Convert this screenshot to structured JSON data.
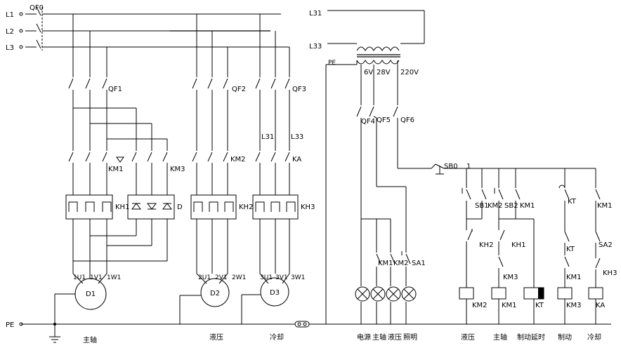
{
  "supply": {
    "phases": [
      "L1",
      "L2",
      "L3"
    ],
    "pe": "PE",
    "main_breaker": "QF0"
  },
  "breakers": [
    "QF1",
    "QF2",
    "QF3",
    "QF4",
    "QF5",
    "QF6"
  ],
  "contactors": [
    "KM1",
    "KM3",
    "KM2",
    "KA"
  ],
  "relays": [
    "KH1",
    "KH2",
    "KH3"
  ],
  "rectifier": "D",
  "taps": [
    "L31",
    "L33"
  ],
  "motors": {
    "d1": {
      "name": "D1",
      "terminals": [
        "1U1",
        "1V1",
        "1W1"
      ]
    },
    "d2": {
      "name": "D2",
      "terminals": [
        "2U1",
        "2V1",
        "2W1"
      ]
    },
    "d3": {
      "name": "D3",
      "terminals": [
        "3U1",
        "3V1",
        "3W1"
      ]
    }
  },
  "transformer": {
    "primary": [
      "L31",
      "L33"
    ],
    "pe": "PE",
    "outputs": [
      "6V",
      "28V",
      "220V"
    ]
  },
  "lamp_switches": [
    "KM1",
    "KM2",
    "SA1"
  ],
  "control": {
    "stop": "SB0",
    "node": "1",
    "start_buttons": [
      "SB1",
      "KM2",
      "SB2",
      "KM1"
    ],
    "interlocks": [
      "KH2",
      "KH1",
      "KM3",
      "KT",
      "KM1",
      "SA2",
      "KH3"
    ],
    "timer": "KT",
    "km1_seal": "KM1",
    "coils": [
      "KM2",
      "KM1",
      "KT",
      "KM3",
      "KA"
    ]
  },
  "sections": {
    "spindle": "主轴",
    "hydraulic": "液压",
    "cooling": "冷却",
    "power": "电源",
    "spindle_lamp": "主轴",
    "hydraulic_lamp": "液压",
    "lighting": "照明",
    "ctl_hydraulic": "液压",
    "ctl_spindle": "主轴",
    "ctl_brake_delay": "制动延时",
    "ctl_brake": "制动",
    "ctl_cooling": "冷却"
  }
}
